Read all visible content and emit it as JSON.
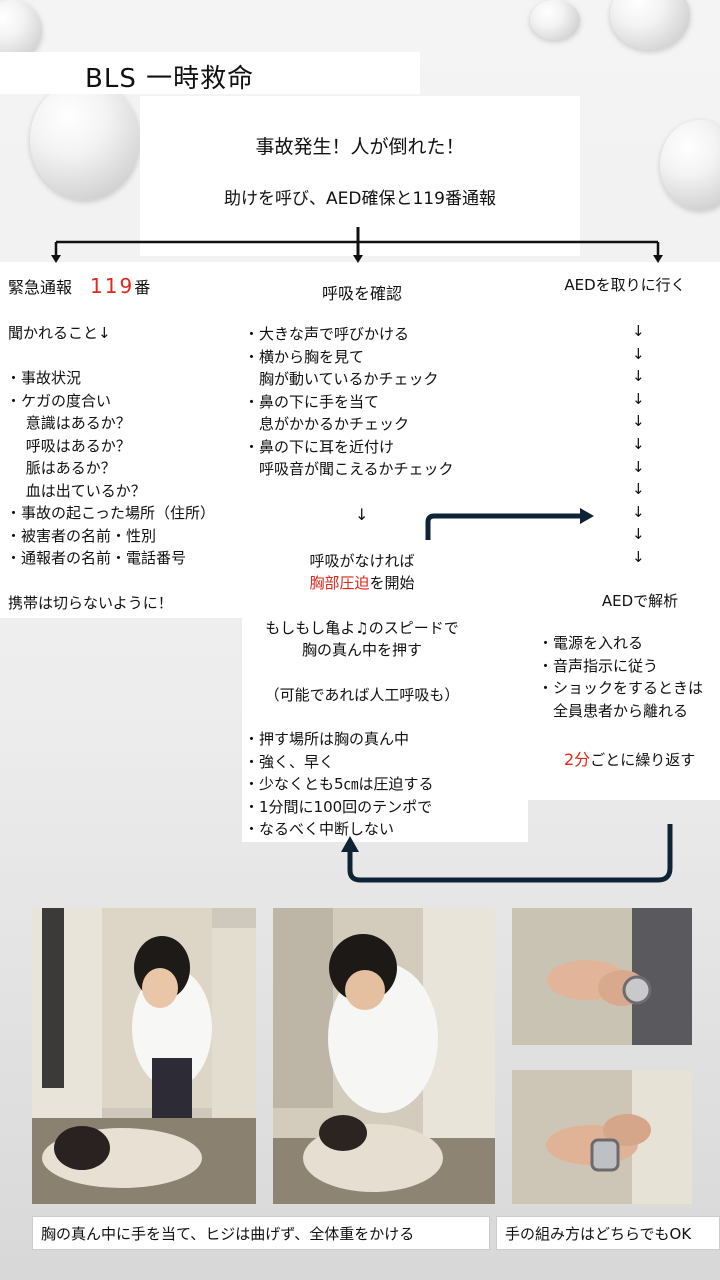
{
  "title": "BLS 一時救命",
  "header": {
    "event": "事故発生！人が倒れた！",
    "action": "助けを呼び、AED確保と119番通報"
  },
  "left": {
    "heading_prefix": "緊急通報",
    "heading_number": "119",
    "heading_suffix": "番",
    "asked": "聞かれること↓",
    "items": [
      "・事故状況",
      "・ケガの度合い",
      "　 意識はあるか？",
      "　 呼吸はあるか？",
      "　 脈はあるか？",
      "　 血は出ているか？",
      "・事故の起こった場所（住所）",
      "・被害者の名前・性別",
      "・通報者の名前・電話番号"
    ],
    "note": "携帯は切らないように！"
  },
  "center": {
    "heading": "呼吸を確認",
    "checks": [
      "・大きな声で呼びかける",
      "・横から胸を見て",
      "　胸が動いているかチェック",
      "・鼻の下に手を当て",
      "　息がかかるかチェック",
      "・鼻の下に耳を近付け",
      "　呼吸音が聞こえるかチェック"
    ],
    "down_arrow": "↓",
    "if_no_breath": "呼吸がなければ",
    "start_red": "胸部圧迫",
    "start_suffix": "を開始",
    "speed_line1": "もしもし亀よ♫のスピードで",
    "speed_line2": "胸の真ん中を押す",
    "optional": "（可能であれば人工呼吸も）",
    "points": [
      "・押す場所は胸の真ん中",
      "・強く、早く",
      "・少なくとも5㎝は圧迫する",
      "・1分間に100回のテンポで",
      "・なるべく中断しない"
    ]
  },
  "right": {
    "heading": "AEDを取りに行く",
    "arrows": [
      "↓",
      "↓",
      "↓",
      "↓",
      "↓",
      "↓",
      "↓",
      "↓",
      "↓",
      "↓",
      "↓"
    ],
    "analysis": "AEDで解析",
    "steps": [
      "・電源を入れる",
      "・音声指示に従う",
      "・ショックをするときは",
      "　全員患者から離れる"
    ],
    "repeat_red": "2分",
    "repeat_suffix": "ごとに繰り返す"
  },
  "captions": {
    "left": "胸の真ん中に手を当て、ヒジは曲げず、全体重をかける",
    "right": "手の組み方はどちらでもOK"
  },
  "colors": {
    "accent_red": "#e3261b",
    "arrow_dark": "#0f2336"
  }
}
